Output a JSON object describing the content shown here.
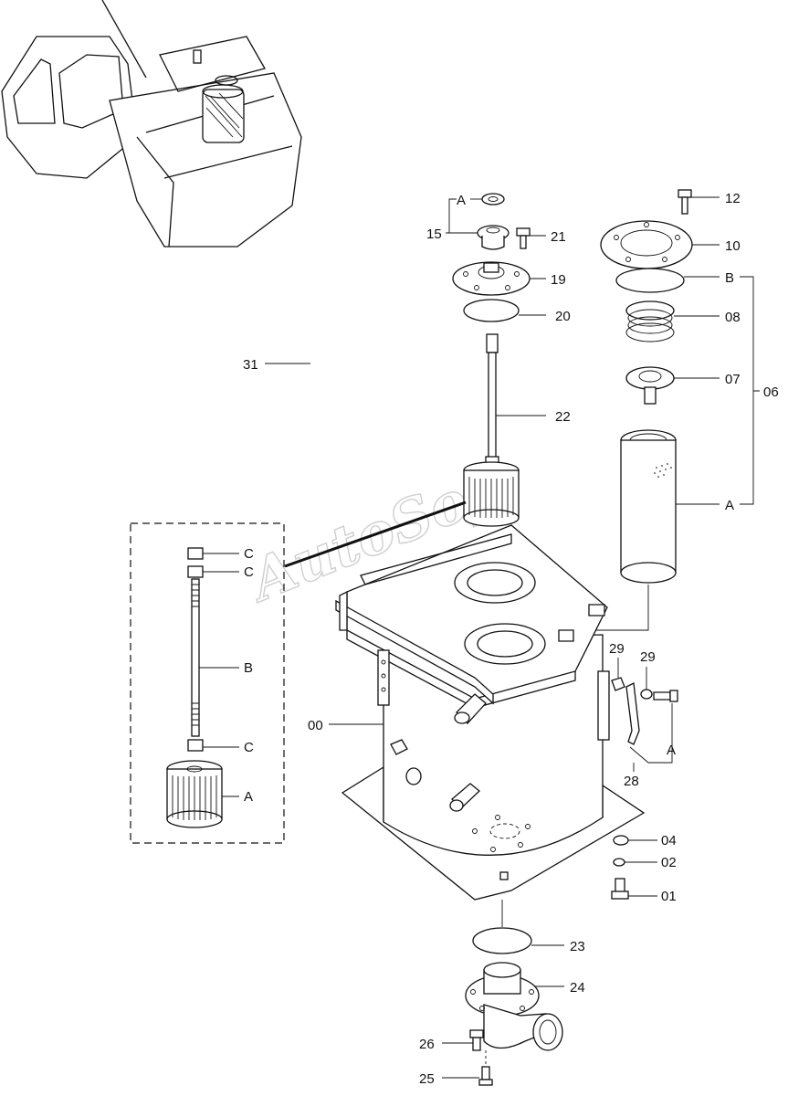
{
  "watermark": "AutoSoft",
  "labels": {
    "p01": "01",
    "p02": "02",
    "p04": "04",
    "p06": "06",
    "p07": "07",
    "p08": "08",
    "p10": "10",
    "p12": "12",
    "p15": "15",
    "p19": "19",
    "p20": "20",
    "p21": "21",
    "p22": "22",
    "p23": "23",
    "p24": "24",
    "p25": "25",
    "p26": "26",
    "p28": "28",
    "p29a": "29",
    "p29b": "29",
    "p31": "31",
    "p00": "00",
    "refA_top": "A",
    "refB_right": "B",
    "refA_right": "A",
    "refA_bracket": "A",
    "inset_c1": "C",
    "inset_c2": "C",
    "inset_b": "B",
    "inset_c3": "C",
    "inset_a": "A"
  }
}
